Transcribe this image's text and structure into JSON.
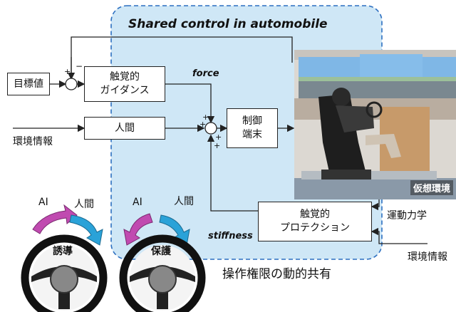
{
  "diagram": {
    "title": "Shared control in automobile",
    "caption": "操作権限の動的共有",
    "blocks": {
      "target": "目標値",
      "haptic_guidance_line1": "触覚的",
      "haptic_guidance_line2": "ガイダンス",
      "human": "人間",
      "controller_line1": "制御",
      "controller_line2": "端末",
      "haptic_protection_line1": "触覚的",
      "haptic_protection_line2": "プロテクション"
    },
    "labels": {
      "force": "force",
      "stiffness": "stiffness",
      "env_info_left": "環境情報",
      "dynamics": "運動力学",
      "env_info_right": "環境情報",
      "plus": "+",
      "minus": "−"
    },
    "photo_label": "仮想環境",
    "wheels": [
      {
        "label": "誘導",
        "ai": "AI",
        "human": "人間"
      },
      {
        "label": "保護",
        "ai": "AI",
        "human": "人間"
      }
    ]
  }
}
